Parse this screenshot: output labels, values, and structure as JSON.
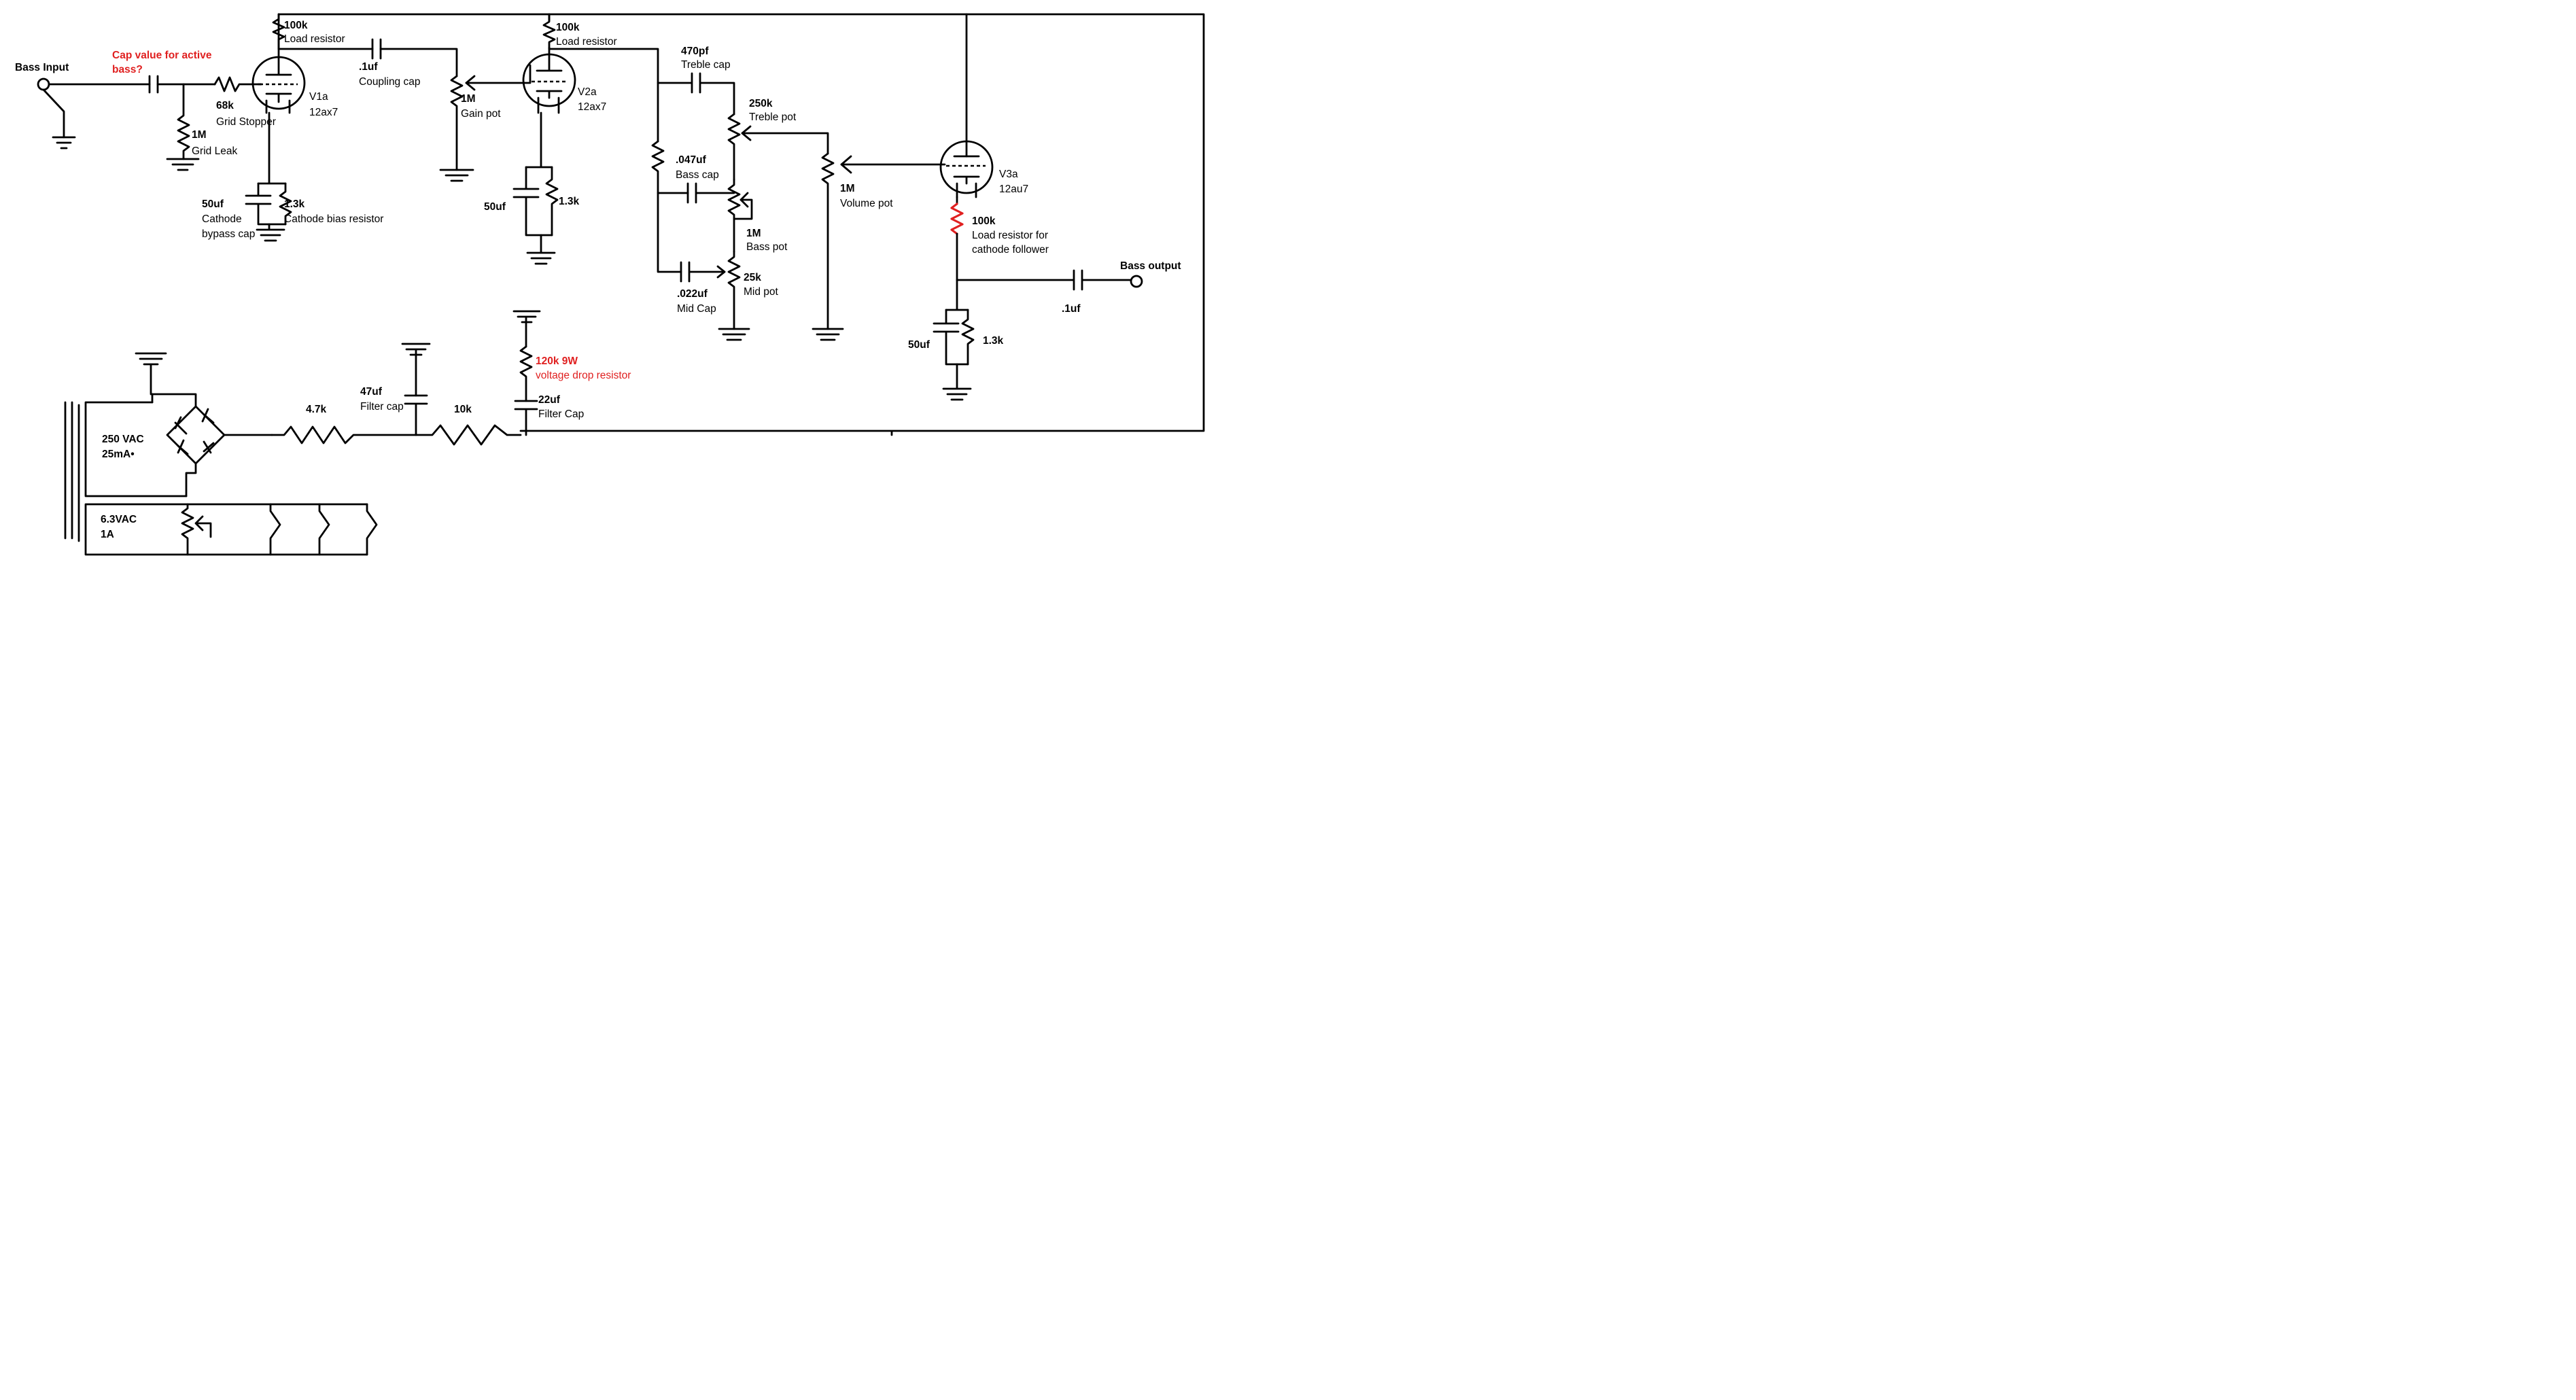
{
  "diagram": {
    "input": {
      "title": "Bass Input"
    },
    "input_note": {
      "line1": "Cap value for active",
      "line2": "bass?"
    },
    "grid_leak": {
      "value": "1M",
      "label": "Grid Leak"
    },
    "grid_stopper": {
      "value": "68k",
      "label": "Grid Stopper"
    },
    "v1": {
      "name": "V1a",
      "type": "12ax7",
      "load_value": "100k",
      "load_label": "Load resistor",
      "cathode_cap_value": "50uf",
      "cathode_cap_label1": "Cathode",
      "cathode_cap_label2": "bypass cap",
      "cathode_res_value": "1.3k",
      "cathode_res_label": "Cathode bias resistor"
    },
    "coupling": {
      "value": ".1uf",
      "label": "Coupling cap"
    },
    "gain_pot": {
      "value": "1M",
      "label": "Gain pot"
    },
    "v2": {
      "name": "V2a",
      "type": "12ax7",
      "load_value": "100k",
      "load_label": "Load resistor",
      "cathode_cap_value": "50uf",
      "cathode_res_value": "1.3k"
    },
    "treble_cap": {
      "value": "470pf",
      "label": "Treble cap"
    },
    "treble_pot": {
      "value": "250k",
      "label": "Treble pot"
    },
    "bass_cap": {
      "value": ".047uf",
      "label": "Bass cap"
    },
    "bass_pot": {
      "value": "1M",
      "label": "Bass pot"
    },
    "mid_cap": {
      "value": ".022uf",
      "label": "Mid Cap"
    },
    "mid_pot": {
      "value": "25k",
      "label": "Mid pot"
    },
    "volume_pot": {
      "value": "1M",
      "label": "Volume pot"
    },
    "v3": {
      "name": "V3a",
      "type": "12au7",
      "load_value": "100k",
      "load_label1": "Load resistor for",
      "load_label2": "cathode follower",
      "cathode_cap_value": "50uf",
      "cathode_res_value": "1.3k"
    },
    "output": {
      "title": "Bass output",
      "cap_value": ".1uf"
    },
    "power": {
      "r1_value": "4.7k",
      "filter1_value": "47uf",
      "filter1_label": "Filter cap",
      "r2_value": "10k",
      "drop_value": "120k 9W",
      "drop_label": "voltage drop resistor",
      "filter2_value": "22uf",
      "filter2_label": "Filter Cap",
      "hv_line1": "250 VAC",
      "hv_line2": "25mA•",
      "heater_line1": "6.3VAC",
      "heater_line2": "1A"
    },
    "colors": {
      "wire": "#000000",
      "accent": "#e02020"
    }
  }
}
